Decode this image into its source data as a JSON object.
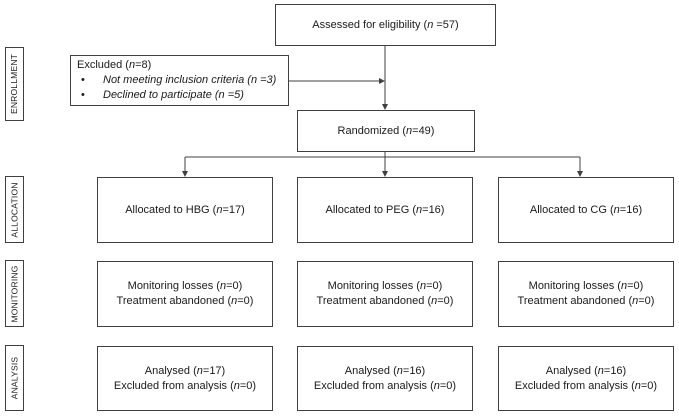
{
  "phases": {
    "enrollment": "ENROLLMENT",
    "allocation": "ALLOCATION",
    "monitoring": "MONITORING",
    "analysis": "ANALYSIS"
  },
  "enrollment": {
    "assessed": {
      "label": "Assessed for eligibility (",
      "n_var": "n",
      "n_value": " =57)"
    },
    "excluded": {
      "title": "Excluded  (",
      "n_var": "n",
      "n_value": "=8)",
      "reasons": [
        {
          "text": "Not meeting inclusion criteria (n =3)"
        },
        {
          "text": "Declined to participate (n =5)"
        }
      ]
    },
    "randomized": {
      "label": "Randomized (",
      "n_var": "n",
      "n_value": "=49)"
    }
  },
  "groups": [
    {
      "allocated": {
        "label": "Allocated to HBG (",
        "n_var": "n",
        "n_value": "=17)"
      },
      "losses": {
        "label": "Monitoring losses (",
        "n_var": "n",
        "n_value": "=0)"
      },
      "abandoned": {
        "label": "Treatment abandoned (",
        "n_var": "n",
        "n_value": "=0)"
      },
      "analysed": {
        "label": "Analysed  (",
        "n_var": "n",
        "n_value": "=17)"
      },
      "excluded": {
        "label": "Excluded from analysis (",
        "n_var": "n",
        "n_value": "=0)"
      }
    },
    {
      "allocated": {
        "label": "Allocated to PEG (",
        "n_var": "n",
        "n_value": "=16)"
      },
      "losses": {
        "label": "Monitoring losses (",
        "n_var": "n",
        "n_value": "=0)"
      },
      "abandoned": {
        "label": "Treatment abandoned (",
        "n_var": "n",
        "n_value": "=0)"
      },
      "analysed": {
        "label": "Analysed  (",
        "n_var": "n",
        "n_value": "=16)"
      },
      "excluded": {
        "label": "Excluded from analysis (",
        "n_var": "n",
        "n_value": "=0)"
      }
    },
    {
      "allocated": {
        "label": "Allocated to CG (",
        "n_var": "n",
        "n_value": "=16)"
      },
      "losses": {
        "label": "Monitoring losses (",
        "n_var": "n",
        "n_value": "=0)"
      },
      "abandoned": {
        "label": "Treatment abandoned (",
        "n_var": "n",
        "n_value": "=0)"
      },
      "analysed": {
        "label": "Analysed  (",
        "n_var": "n",
        "n_value": "=16)"
      },
      "excluded": {
        "label": "Excluded from analysis (",
        "n_var": "n",
        "n_value": "=0)"
      }
    }
  ]
}
